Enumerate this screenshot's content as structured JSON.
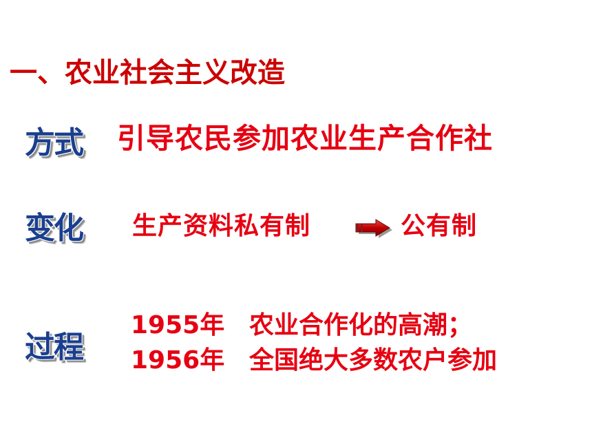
{
  "slide": {
    "title": "一、农业社会主义改造",
    "method": {
      "label": "方式",
      "text": "引导农民参加农业生产合作社"
    },
    "change": {
      "label": "变化",
      "from": "生产资料私有制",
      "to": "公有制",
      "arrow_icon": "right-arrow-icon"
    },
    "process": {
      "label": "过程",
      "lines": [
        {
          "year": "1955年",
          "text": "农业合作化的高潮；"
        },
        {
          "year": "1956年",
          "text": "全国绝大多数农户参加"
        }
      ]
    }
  },
  "colors": {
    "title": "#cc0000",
    "body_text": "#e60012",
    "label": "#1a3f8f",
    "arrow": "#c00000"
  }
}
